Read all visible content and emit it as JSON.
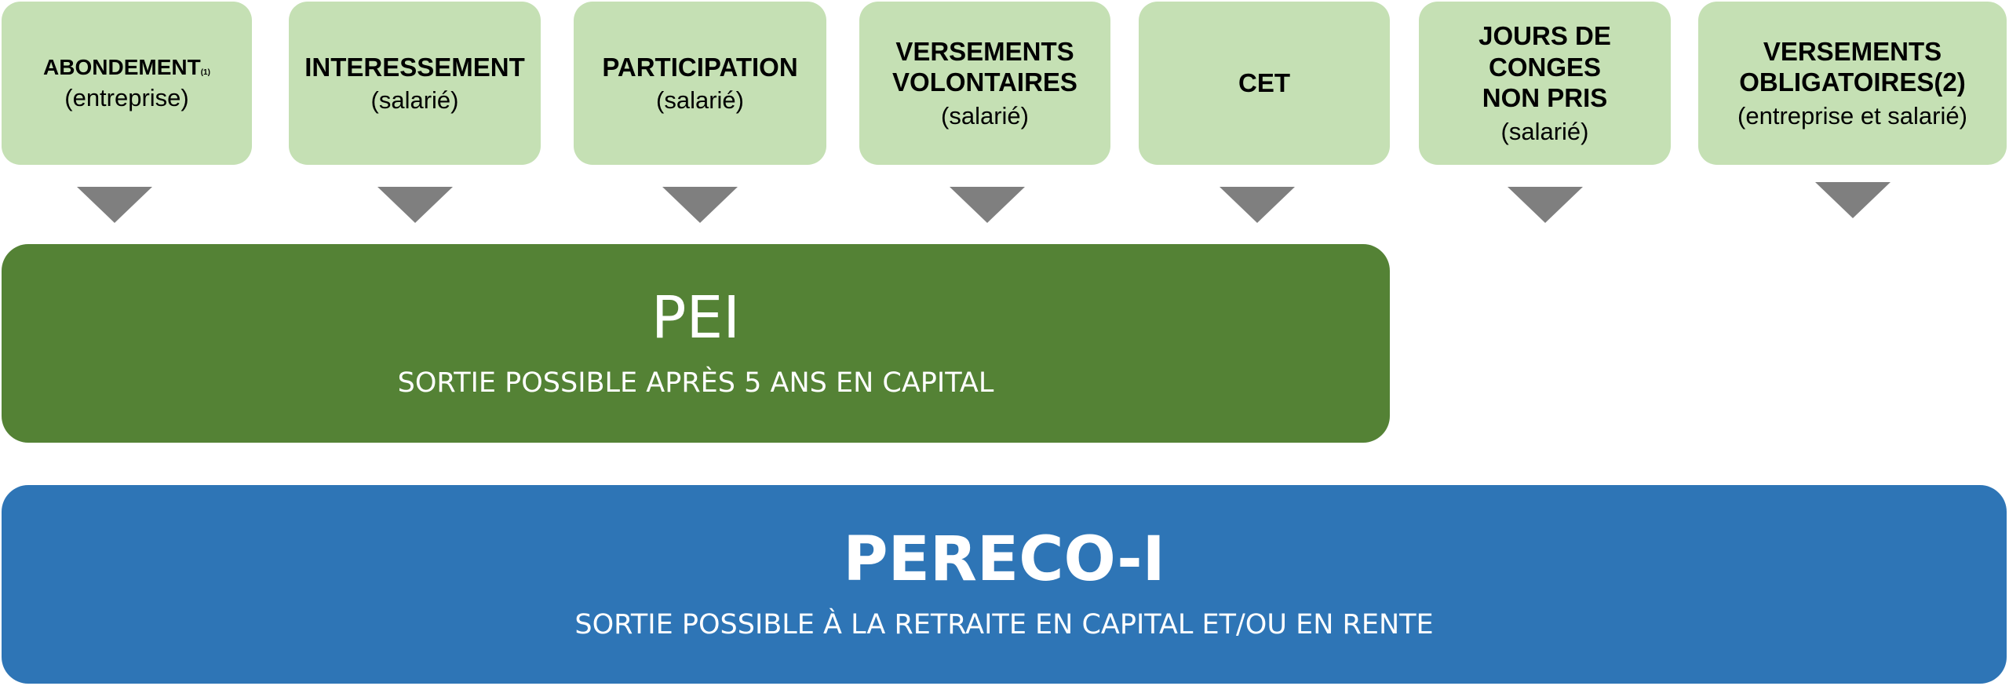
{
  "sources": [
    {
      "id": "abondement",
      "title": "ABONDEMENT",
      "footnote": "(1)",
      "subtitle": "(entreprise)"
    },
    {
      "id": "interessement",
      "title": "INTERESSEMENT",
      "subtitle": "(salarié)"
    },
    {
      "id": "participation",
      "title": "PARTICIPATION",
      "subtitle": "(salarié)"
    },
    {
      "id": "versements-volontaires",
      "title": "VERSEMENTS\nVOLONTAIRES",
      "subtitle": "(salarié)"
    },
    {
      "id": "cet",
      "title": "CET",
      "subtitle": ""
    },
    {
      "id": "jours-conges",
      "title": "JOURS DE\nCONGES\nNON PRIS",
      "subtitle": "(salarié)"
    },
    {
      "id": "versements-obligatoires",
      "title": "VERSEMENTS\nOBLIGATOIRES(2)",
      "subtitle": "(entreprise et salarié)"
    }
  ],
  "pei": {
    "title": "PEI",
    "subtitle": "SORTIE POSSIBLE APRÈS 5 ANS EN CAPITAL"
  },
  "pereco": {
    "title": "PERECO-I",
    "subtitle": "SORTIE POSSIBLE À LA RETRAITE EN CAPITAL ET/OU EN RENTE"
  },
  "colors": {
    "source_box": "#c5e0b4",
    "arrow": "#7f7f7f",
    "pei": "#548235",
    "pereco": "#2e75b6"
  }
}
